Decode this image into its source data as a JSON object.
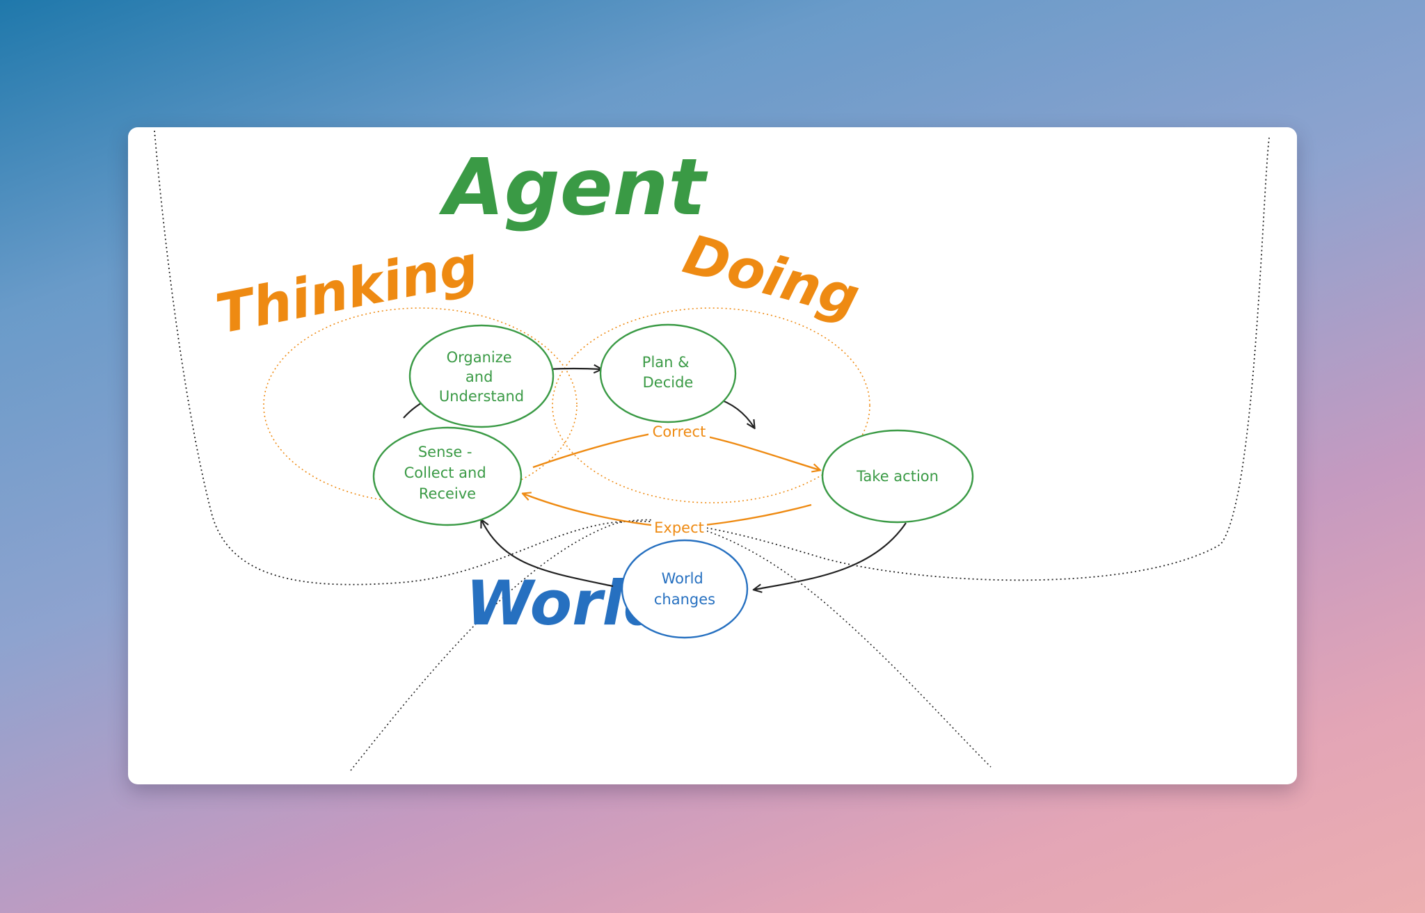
{
  "diagram": {
    "title": "Agent",
    "bottom_title": "World",
    "groups": {
      "thinking": "Thinking",
      "doing": "Doing"
    },
    "nodes": {
      "organize": [
        "Organize",
        "and",
        "Understand"
      ],
      "plan": [
        "Plan &",
        "Decide"
      ],
      "sense": [
        "Sense -",
        "Collect and",
        "Receive"
      ],
      "take_action": [
        "Take action"
      ],
      "world_changes": [
        "World",
        "changes"
      ]
    },
    "edge_labels": {
      "correct": "Correct",
      "expect": "Expect"
    },
    "colors": {
      "green": "#3a9a45",
      "orange": "#ee8a12",
      "blue": "#2670c0",
      "dark": "#222222"
    }
  }
}
